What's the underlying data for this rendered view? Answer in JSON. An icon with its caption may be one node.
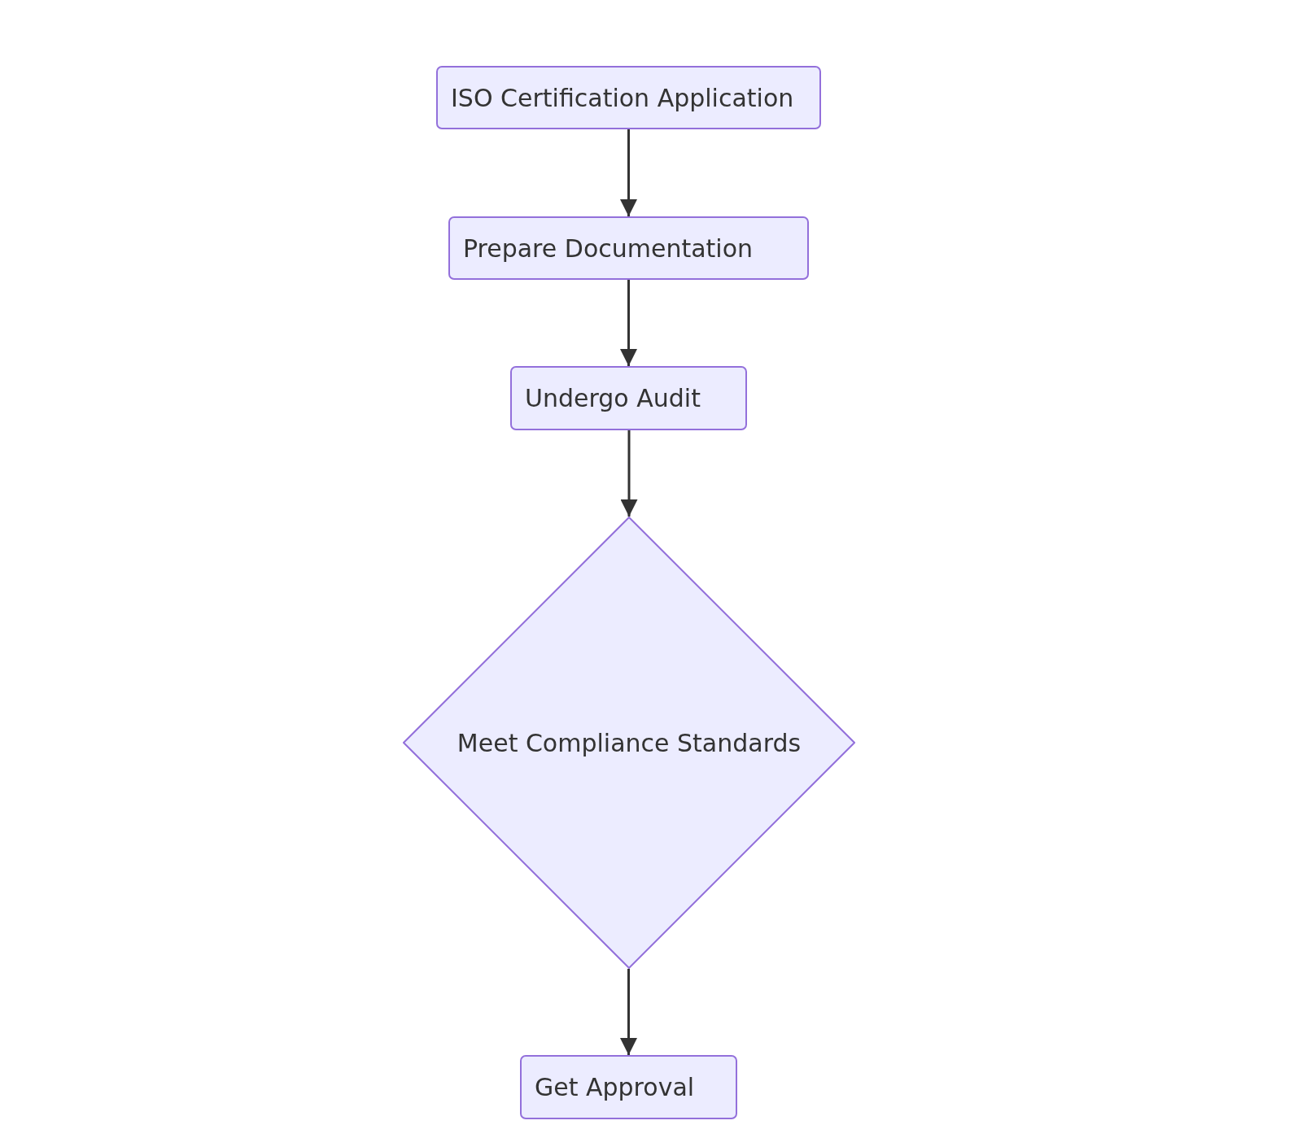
{
  "diagram": {
    "nodes": [
      {
        "text": [
          "ISO Certification Application"
        ]
      },
      {
        "text": [
          "Prepare Documentation"
        ]
      },
      {
        "text": [
          "Undergo Audit"
        ]
      },
      {
        "text": [
          "Meet Compliance Standards"
        ]
      },
      {
        "text": [
          "Get Approval"
        ]
      }
    ],
    "edges": [
      {
        "from": 0,
        "to": 1,
        "arrow": "to"
      },
      {
        "from": 1,
        "to": 2,
        "arrow": "to"
      },
      {
        "from": 2,
        "to": 3,
        "arrow": "to"
      },
      {
        "from": 3,
        "to": 4,
        "arrow": "to"
      }
    ]
  }
}
